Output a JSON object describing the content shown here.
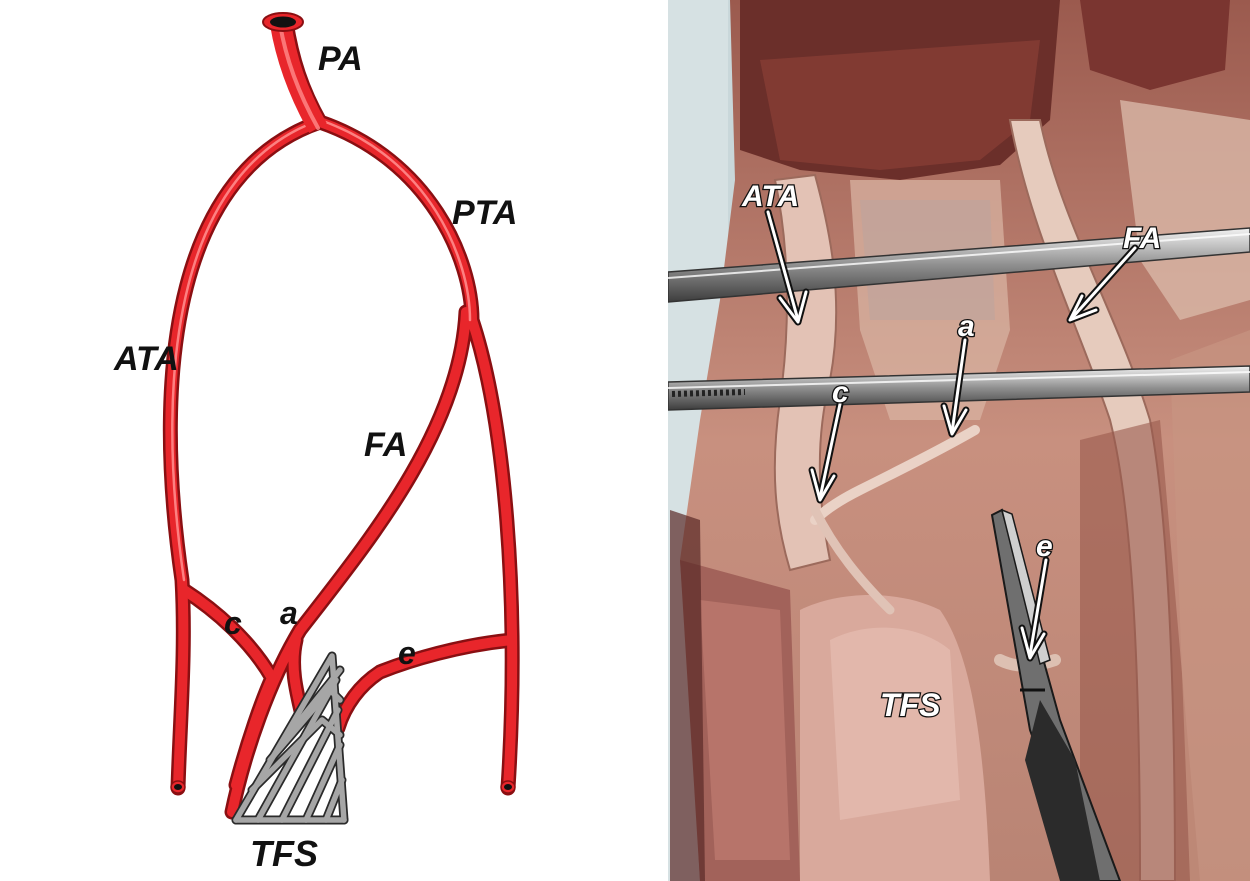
{
  "schematic": {
    "labels": {
      "pa": "PA",
      "pta": "PTA",
      "ata": "ATA",
      "fa": "FA",
      "c": "c",
      "a": "a",
      "e": "e",
      "tfs": "TFS"
    }
  },
  "photo": {
    "labels": {
      "ata": "ATA",
      "fa": "FA",
      "a": "a",
      "c": "c",
      "e": "e",
      "tfs": "TFS"
    }
  },
  "colors": {
    "artery": "#e8262b",
    "artery_highlight": "#ff8b8b",
    "artery_outline": "#8a0f12",
    "scaffold": "#9a9a9a",
    "background_left": "#ffffff",
    "photo_background": "#c9d7da"
  },
  "icons": [
    "arrow-icon"
  ]
}
